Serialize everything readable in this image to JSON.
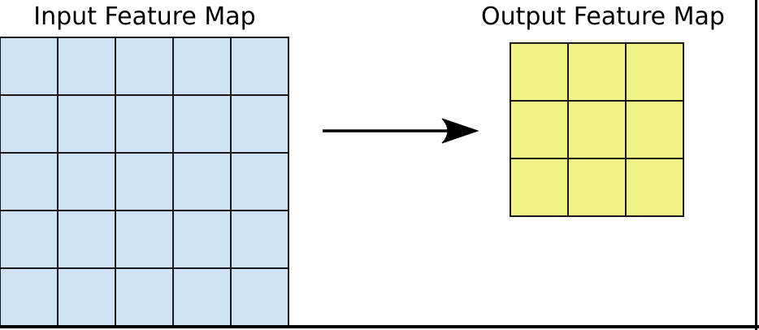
{
  "figure": {
    "background_color": "#ffffff",
    "frame_color": "#000000"
  },
  "input_map": {
    "title": "Input Feature Map",
    "rows": 5,
    "cols": 5,
    "cell_color": "#cfe2f3",
    "grid_line_color": "#1a1a1a"
  },
  "output_map": {
    "title": "Output Feature Map",
    "rows": 3,
    "cols": 3,
    "cell_color": "#f0f183",
    "grid_line_color": "#1a1a1a"
  },
  "arrow": {
    "direction": "right",
    "color": "#000000"
  }
}
